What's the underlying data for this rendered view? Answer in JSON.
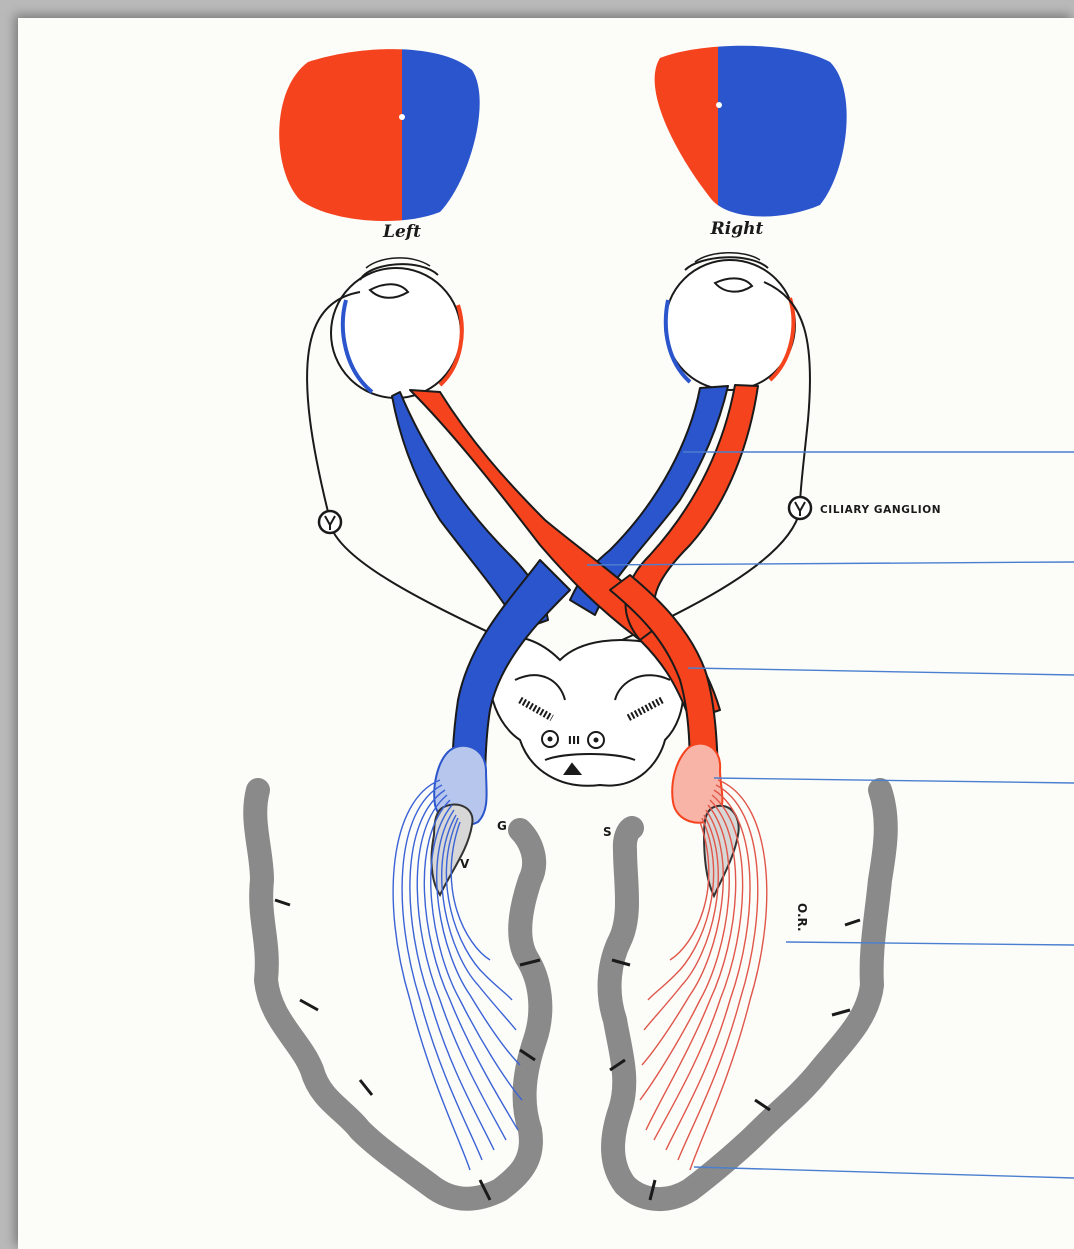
{
  "colors": {
    "left_field": "#f5431e",
    "right_field": "#2a55cc",
    "pointer_line": "#4a7fd0",
    "cortex": "#8a8a8a"
  },
  "labels": {
    "left_eye": "Left",
    "right_eye": "Right",
    "ciliary_ganglion": "CILIARY GANGLION",
    "lgn": "G",
    "superior_colliculus": "S",
    "oculomotor_nucleus": "III",
    "ventricle": "V",
    "optic_radiation": "O.R."
  },
  "pointers": [
    "optic-nerve",
    "optic-chiasm",
    "optic-tract",
    "lateral-geniculate",
    "optic-radiation",
    "visual-cortex"
  ]
}
